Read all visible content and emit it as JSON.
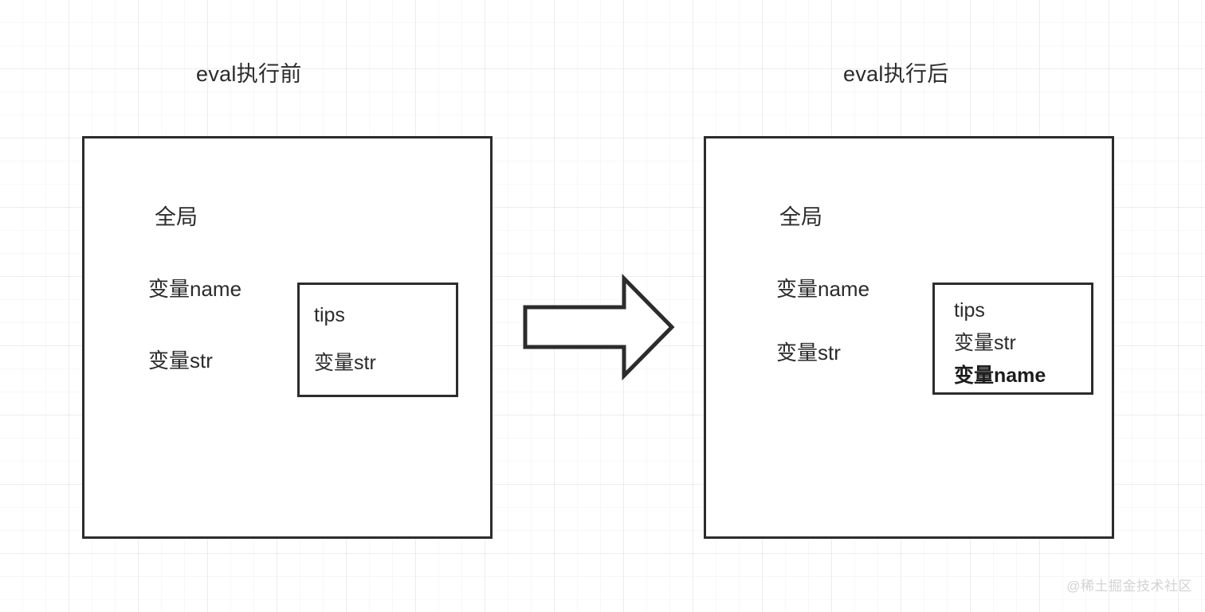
{
  "diagram": {
    "title_before": "eval执行前",
    "title_after": "eval执行后",
    "arrow_icon": "right-block-arrow-icon",
    "colors": {
      "stroke": "#2c2c2c",
      "text": "#2b2b2b",
      "background": "#ffffff",
      "grid_line": "#f0f0f0",
      "watermark": "#d3d3d3"
    }
  },
  "panel_before": {
    "caption": "eval执行前",
    "scope_title": "全局",
    "variables": [
      {
        "label": "变量name"
      },
      {
        "label": "变量str"
      }
    ],
    "inner_scope": {
      "name": "tips",
      "entries": [
        {
          "label": "变量str",
          "highlight": false
        }
      ]
    }
  },
  "panel_after": {
    "caption": "eval执行后",
    "scope_title": "全局",
    "variables": [
      {
        "label": "变量name"
      },
      {
        "label": "变量str"
      }
    ],
    "inner_scope": {
      "name": "tips",
      "entries": [
        {
          "label": "变量str",
          "highlight": false
        },
        {
          "label": "变量name",
          "highlight": true
        }
      ]
    }
  },
  "watermark": {
    "text": "@稀土掘金技术社区"
  }
}
